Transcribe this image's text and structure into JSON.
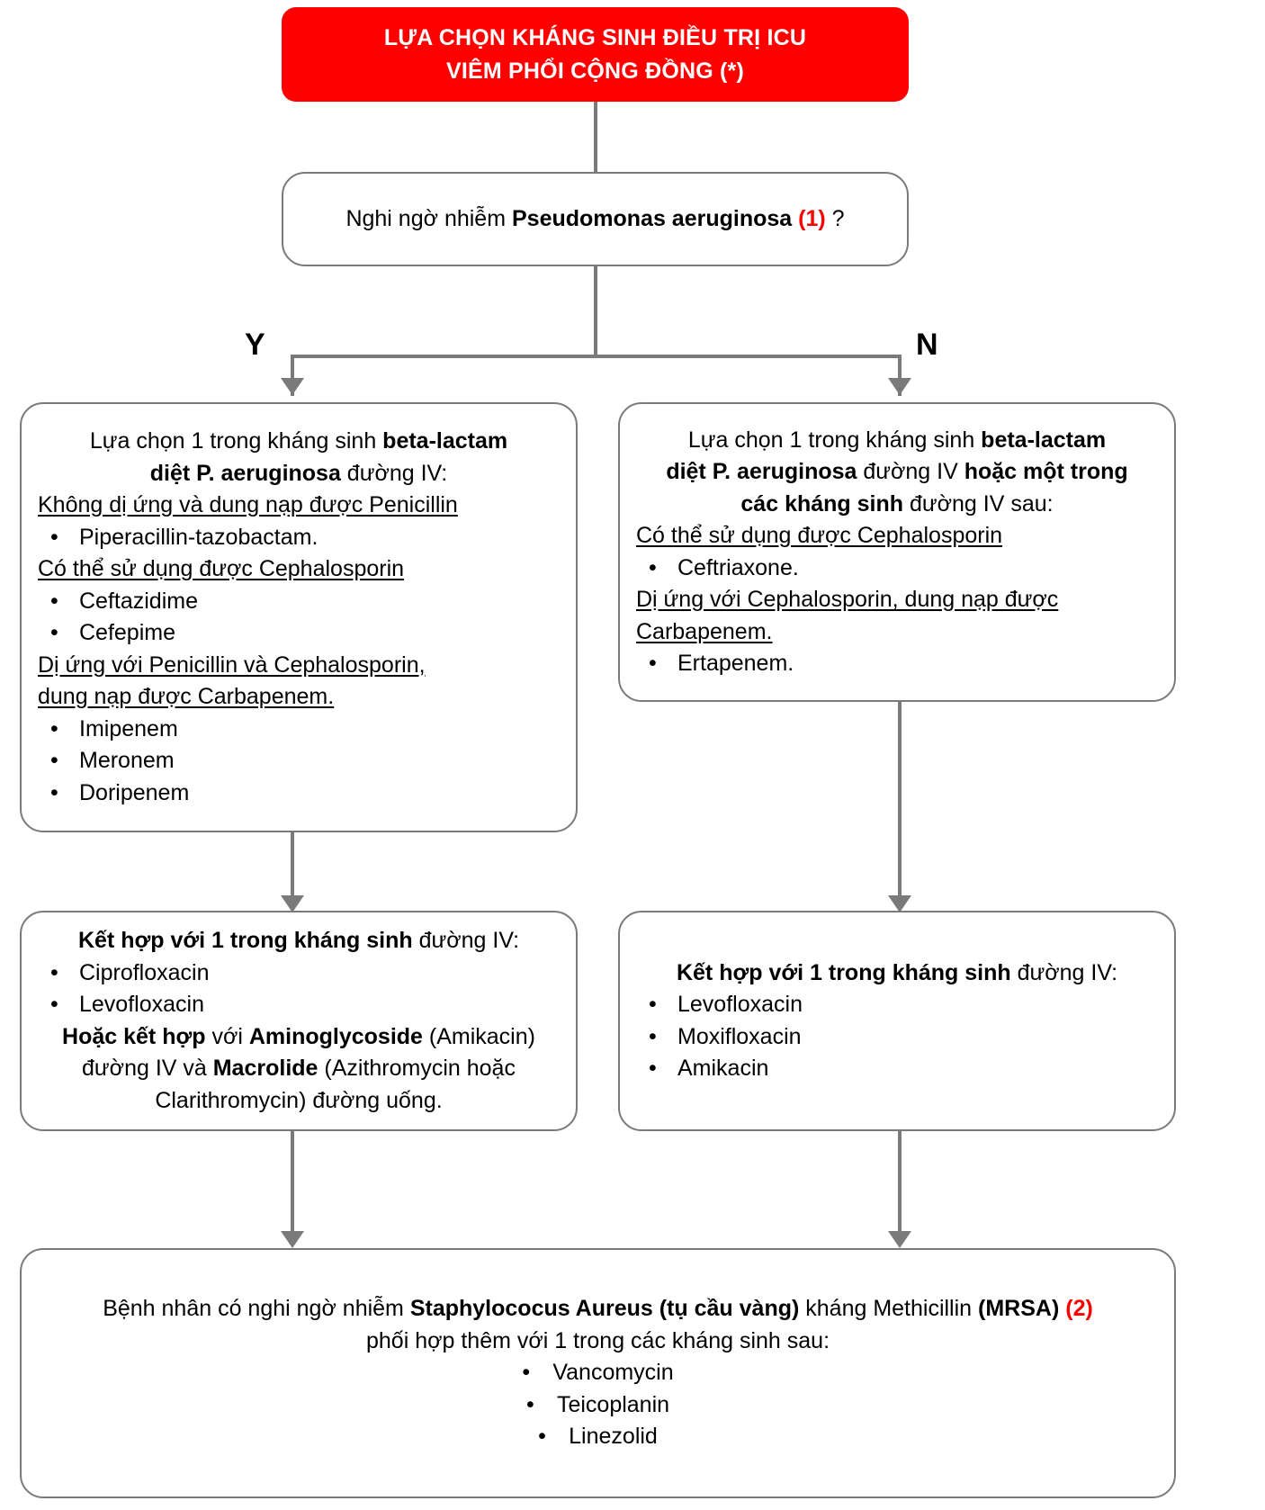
{
  "colors": {
    "title_bg": "#FF0000",
    "title_text": "#FFFFFF",
    "connector": "#7A7A7A",
    "box_border": "#7A7A7A",
    "accent_red": "#FF0000"
  },
  "title_box": {
    "line1": "LỰA CHỌN KHÁNG SINH ĐIỀU TRỊ ICU",
    "line2": "VIÊM PHỔI CỘNG ĐỒNG (*)"
  },
  "decision": {
    "prefix": "Nghi ngờ nhiễm ",
    "pathogen": "Pseudomonas aeruginosa",
    "ref": "(1)",
    "suffix": " ?",
    "yes_label": "Y",
    "no_label": "N"
  },
  "left_box": {
    "head_line1_normal": "Lựa chọn 1 trong kháng sinh ",
    "head_line1_bold": "beta-lactam",
    "head_line2_bold": "diệt P. aeruginosa",
    "head_line2_normal": " đường IV:",
    "group1_header": "Không dị ứng và dung nạp được Penicillin",
    "group1_items": [
      "Piperacillin-tazobactam."
    ],
    "group2_header": "Có thể sử dụng được Cephalosporin",
    "group2_items": [
      "Ceftazidime",
      "Cefepime"
    ],
    "group3_header_line1": "Dị ứng với Penicillin và Cephalosporin,",
    "group3_header_line2": "dung nạp được Carbapenem.",
    "group3_items": [
      "Imipenem",
      "Meronem",
      "Doripenem"
    ]
  },
  "right_box": {
    "head_line1_normal": "Lựa chọn 1 trong kháng sinh ",
    "head_line1_bold": "beta-lactam",
    "head_line2_bold_a": "diệt P. aeruginosa",
    "head_line2_normal": " đường IV ",
    "head_line2_bold_b": "hoặc một trong",
    "head_line3_bold": "các kháng sinh",
    "head_line3_normal": " đường IV sau:",
    "group1_header": "Có thể sử dụng được Cephalosporin",
    "group1_items": [
      "Ceftriaxone."
    ],
    "group2_header_line1": "Dị ứng với Cephalosporin, dung nạp được",
    "group2_header_line2": "Carbapenem.",
    "group2_items": [
      "Ertapenem."
    ]
  },
  "left_combo_box": {
    "header_bold": "Kết hợp với 1 trong kháng sinh",
    "header_normal": " đường IV:",
    "items": [
      "Ciprofloxacin",
      "Levofloxacin"
    ],
    "alt_line1_bold_a": "Hoặc kết hợp",
    "alt_line1_normal_a": " với ",
    "alt_line1_bold_b": "Aminoglycoside",
    "alt_line1_normal_b": " (Amikacin)",
    "alt_line2_normal_a": "đường IV và ",
    "alt_line2_bold": "Macrolide",
    "alt_line2_normal_b": " (Azithromycin hoặc",
    "alt_line3": "Clarithromycin) đường uống."
  },
  "right_combo_box": {
    "header_bold": "Kết hợp với 1 trong kháng sinh",
    "header_normal": " đường IV:",
    "items": [
      "Levofloxacin",
      "Moxifloxacin",
      "Amikacin"
    ]
  },
  "mrsa_box": {
    "line1_a": "Bệnh nhân có nghi ngờ nhiễm ",
    "line1_bold_a": "Staphylococus Aureus (tụ cầu vàng)",
    "line1_b": " kháng Methicillin ",
    "line1_bold_b": "(MRSA)",
    "line1_ref": "(2)",
    "line2": "phối hợp thêm với 1 trong các kháng sinh sau:",
    "items": [
      "Vancomycin",
      "Teicoplanin",
      "Linezolid"
    ]
  }
}
